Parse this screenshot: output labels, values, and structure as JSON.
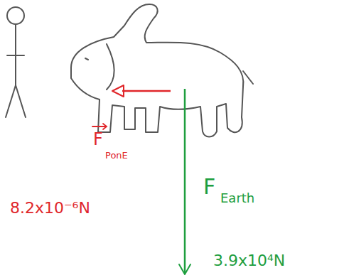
{
  "diagram": {
    "labels": [
      "F",
      "PonE",
      "8.2x10⁻⁶N",
      "F",
      "Earth",
      "3.9x10⁴N"
    ]
  }
}
